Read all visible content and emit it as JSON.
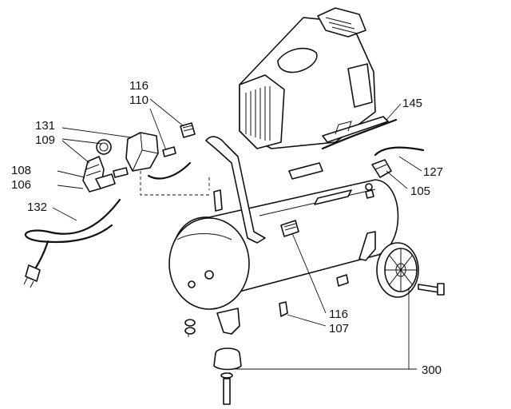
{
  "labels": {
    "l116a": "116",
    "l110": "110",
    "l131": "131",
    "l109": "109",
    "l108": "108",
    "l106": "106",
    "l132": "132",
    "l145": "145",
    "l127": "127",
    "l105": "105",
    "l116b": "116",
    "l107": "107",
    "l300": "300"
  },
  "colors": {
    "line": "#111111",
    "background": "#ffffff"
  }
}
